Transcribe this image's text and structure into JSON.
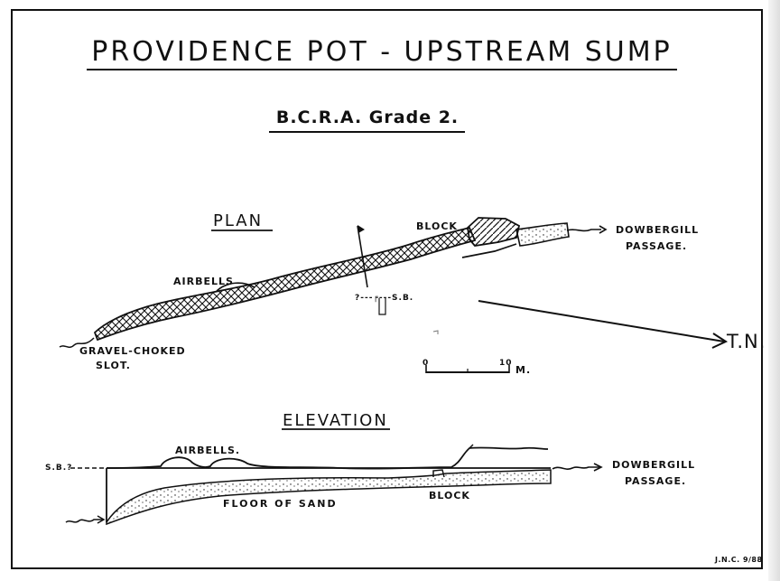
{
  "title": "PROVIDENCE POT - UPSTREAM SUMP",
  "grade": "B.C.R.A. Grade 2.",
  "plan": {
    "heading": "PLAN",
    "block_label": "BLOCK",
    "airbells_label": "AIRBELLS",
    "dowbergill_label_1": "DOWBERGILL",
    "dowbergill_label_2": "PASSAGE.",
    "gravel_label_1": "GRAVEL-CHOKED",
    "gravel_label_2": "SLOT.",
    "sb_label": "?---╒---S.B.",
    "north_label": "T.N.",
    "scale_zero": "0",
    "scale_ten": "10",
    "scale_unit": "m."
  },
  "elevation": {
    "heading": "ELEVATION",
    "airbells_label": "AIRBELLS.",
    "sb_label": "S.B.?",
    "floor_label": "FLOOR OF SAND",
    "block_label": "BLOCK",
    "dowbergill_label_1": "DOWBERGILL",
    "dowbergill_label_2": "PASSAGE."
  },
  "signature": "J.N.C. 9/88"
}
